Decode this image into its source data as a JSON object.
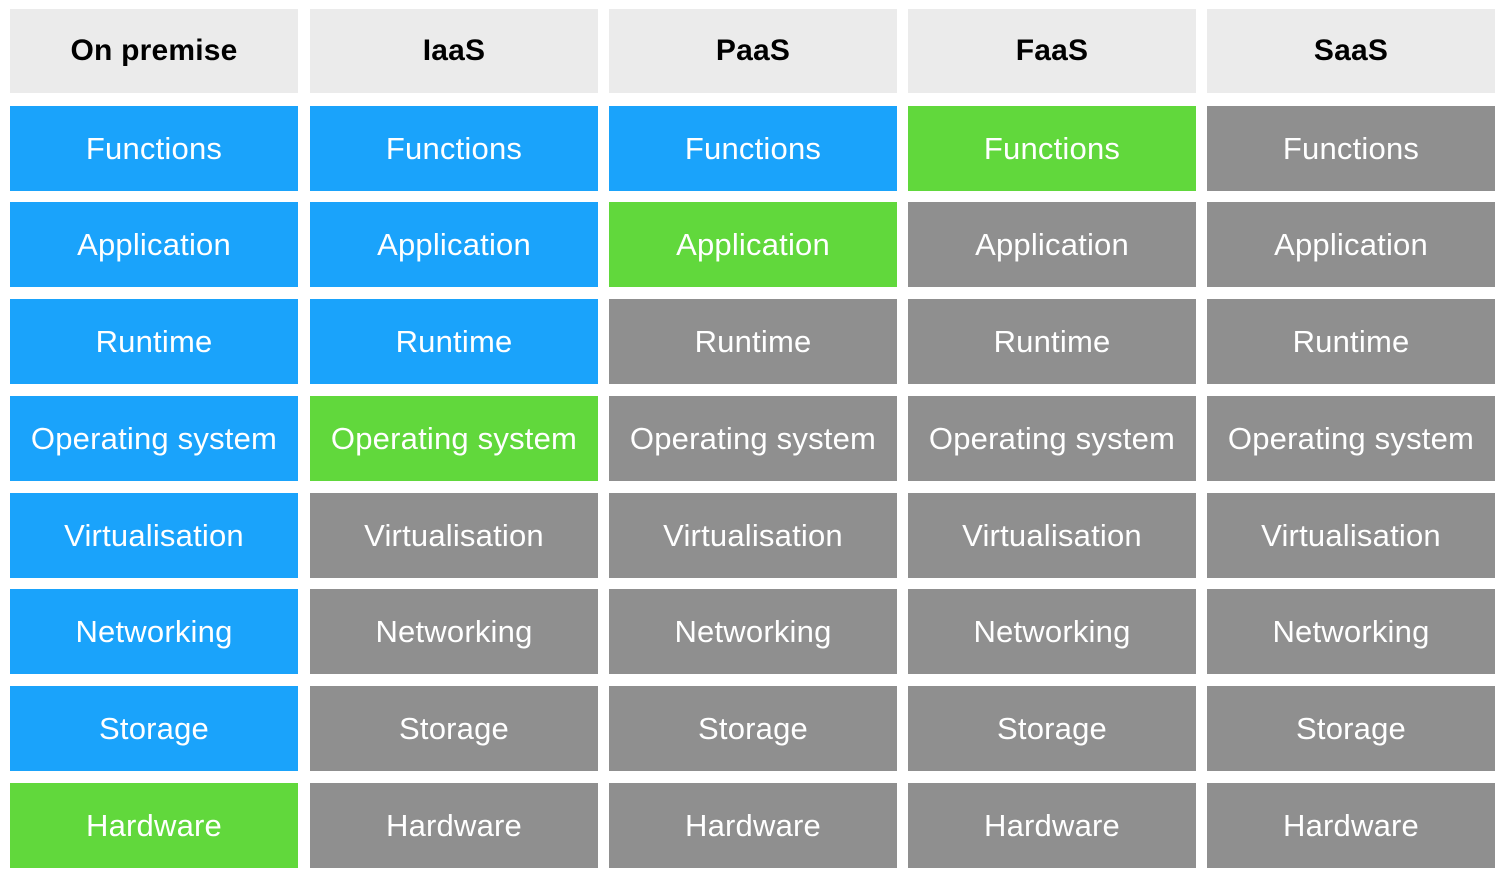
{
  "colors": {
    "customer_managed": "#1aa3fb",
    "boundary": "#61d83c",
    "provider_managed": "#8f8f8f",
    "header_bg": "#ebebeb"
  },
  "columns": [
    {
      "title": "On premise",
      "cells": [
        {
          "label": "Functions",
          "color": "blue"
        },
        {
          "label": "Application",
          "color": "blue"
        },
        {
          "label": "Runtime",
          "color": "blue"
        },
        {
          "label": "Operating system",
          "color": "blue"
        },
        {
          "label": "Virtualisation",
          "color": "blue"
        },
        {
          "label": "Networking",
          "color": "blue"
        },
        {
          "label": "Storage",
          "color": "blue"
        },
        {
          "label": "Hardware",
          "color": "green"
        }
      ]
    },
    {
      "title": "IaaS",
      "cells": [
        {
          "label": "Functions",
          "color": "blue"
        },
        {
          "label": "Application",
          "color": "blue"
        },
        {
          "label": "Runtime",
          "color": "blue"
        },
        {
          "label": "Operating system",
          "color": "green"
        },
        {
          "label": "Virtualisation",
          "color": "gray"
        },
        {
          "label": "Networking",
          "color": "gray"
        },
        {
          "label": "Storage",
          "color": "gray"
        },
        {
          "label": "Hardware",
          "color": "gray"
        }
      ]
    },
    {
      "title": "PaaS",
      "cells": [
        {
          "label": "Functions",
          "color": "blue"
        },
        {
          "label": "Application",
          "color": "green"
        },
        {
          "label": "Runtime",
          "color": "gray"
        },
        {
          "label": "Operating system",
          "color": "gray"
        },
        {
          "label": "Virtualisation",
          "color": "gray"
        },
        {
          "label": "Networking",
          "color": "gray"
        },
        {
          "label": "Storage",
          "color": "gray"
        },
        {
          "label": "Hardware",
          "color": "gray"
        }
      ]
    },
    {
      "title": "FaaS",
      "cells": [
        {
          "label": "Functions",
          "color": "green"
        },
        {
          "label": "Application",
          "color": "gray"
        },
        {
          "label": "Runtime",
          "color": "gray"
        },
        {
          "label": "Operating system",
          "color": "gray"
        },
        {
          "label": "Virtualisation",
          "color": "gray"
        },
        {
          "label": "Networking",
          "color": "gray"
        },
        {
          "label": "Storage",
          "color": "gray"
        },
        {
          "label": "Hardware",
          "color": "gray"
        }
      ]
    },
    {
      "title": "SaaS",
      "cells": [
        {
          "label": "Functions",
          "color": "gray"
        },
        {
          "label": "Application",
          "color": "gray"
        },
        {
          "label": "Runtime",
          "color": "gray"
        },
        {
          "label": "Operating system",
          "color": "gray"
        },
        {
          "label": "Virtualisation",
          "color": "gray"
        },
        {
          "label": "Networking",
          "color": "gray"
        },
        {
          "label": "Storage",
          "color": "gray"
        },
        {
          "label": "Hardware",
          "color": "gray"
        }
      ]
    }
  ]
}
